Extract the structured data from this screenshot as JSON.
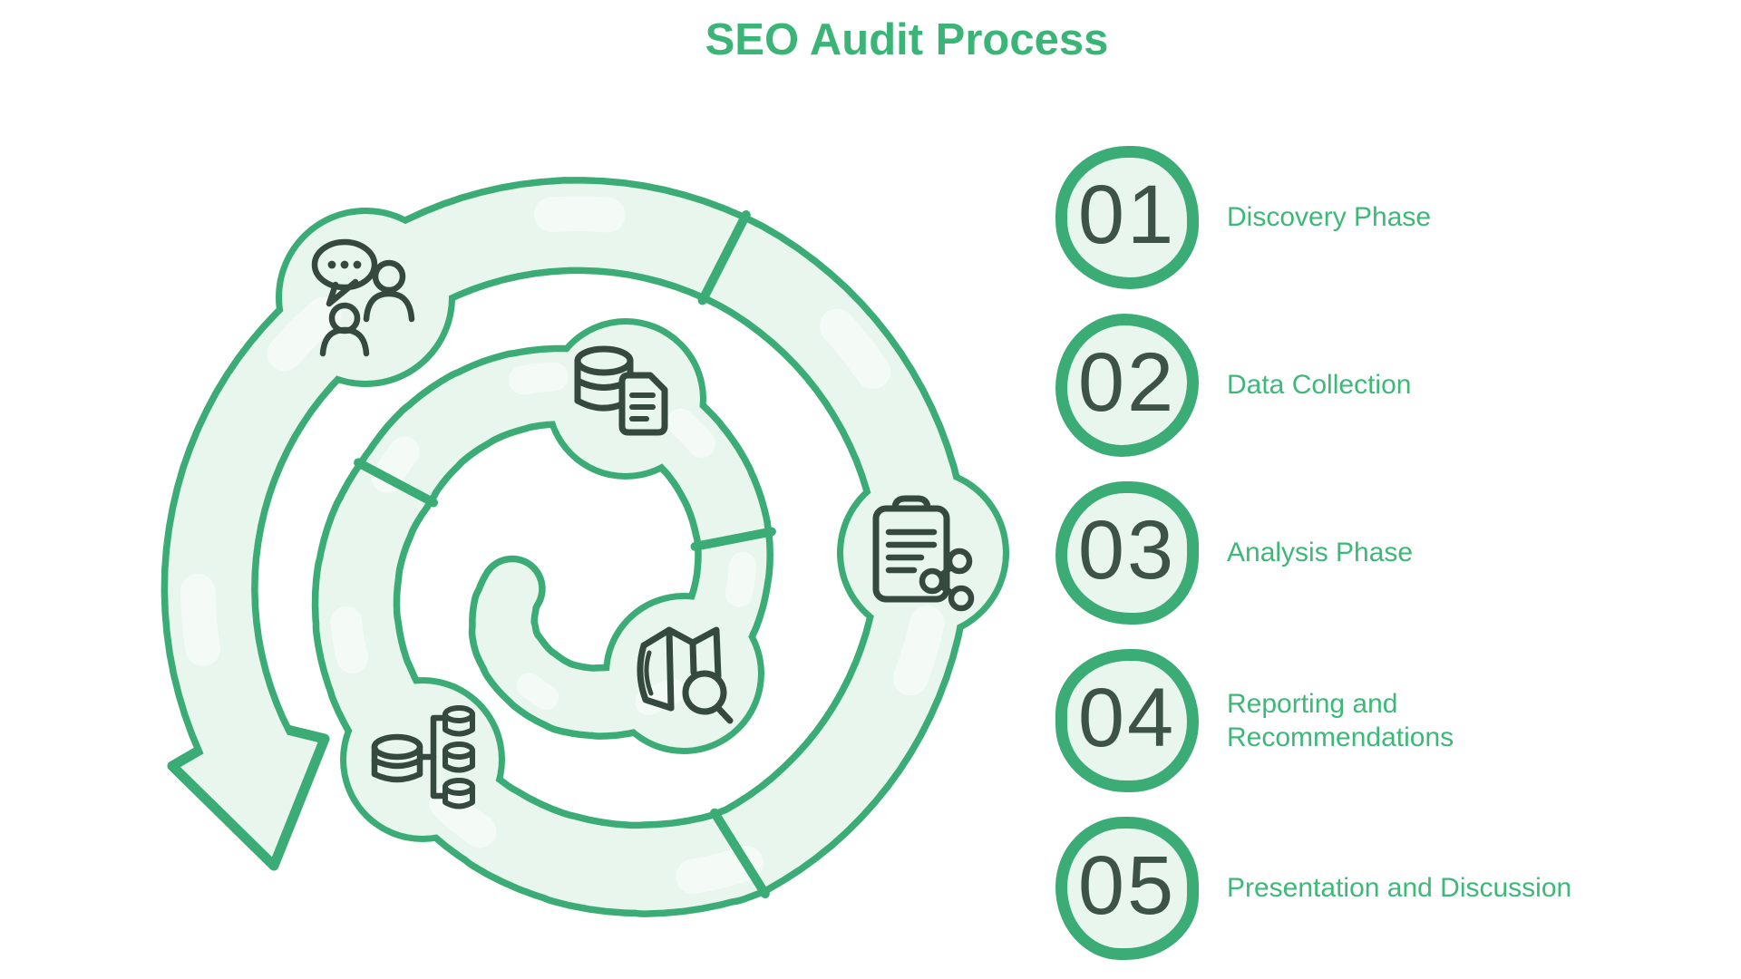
{
  "title": "SEO Audit Process",
  "colors": {
    "green": "#3BAC75",
    "mint": "#E8F6EE",
    "title_green": "#3BB577",
    "label_green": "#3DB878",
    "number_ink": "#3E5348",
    "icon_ink": "#35493E"
  },
  "legend": {
    "items": [
      {
        "number": "01",
        "label": "Discovery Phase"
      },
      {
        "number": "02",
        "label": "Data Collection"
      },
      {
        "number": "03",
        "label": "Analysis Phase"
      },
      {
        "number": "04",
        "label": "Reporting and\nRecommendations"
      },
      {
        "number": "05",
        "label": "Presentation and Discussion"
      }
    ]
  },
  "spiral": {
    "icons": [
      "discussion-people-icon",
      "database-document-icon",
      "clipboard-share-icon",
      "map-search-icon",
      "data-distribution-icon"
    ]
  }
}
